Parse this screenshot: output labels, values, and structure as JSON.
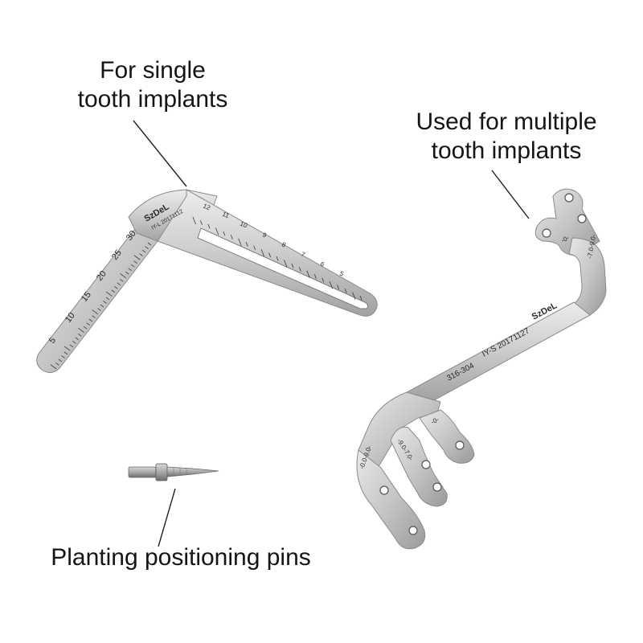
{
  "labels": {
    "single_line1": "For single",
    "single_line2": "tooth implants",
    "multiple_line1": "Used for multiple",
    "multiple_line2": "tooth implants",
    "pins": "Planting positioning pins"
  },
  "guide_single": {
    "brand": "SzDeL",
    "code": "IY-L 20171112",
    "short_arm_scale": [
      "5",
      "10",
      "15",
      "20",
      "25",
      "30"
    ],
    "long_arm_scale": [
      "12",
      "11",
      "10",
      "9",
      "8",
      "7",
      "6",
      "5"
    ]
  },
  "guide_multiple": {
    "brand": "SzDeL",
    "code": "IY-S 20171127",
    "grade": "316-304",
    "markings": [
      "-0-",
      "-7.0-9.0-",
      "-0-",
      "-9.0-7.0-",
      "-0.0-9.0-"
    ]
  },
  "colors": {
    "steel_light": "#e4e4e4",
    "steel_mid": "#b8b8b8",
    "steel_dark": "#7c7c7c",
    "text": "#151515"
  }
}
